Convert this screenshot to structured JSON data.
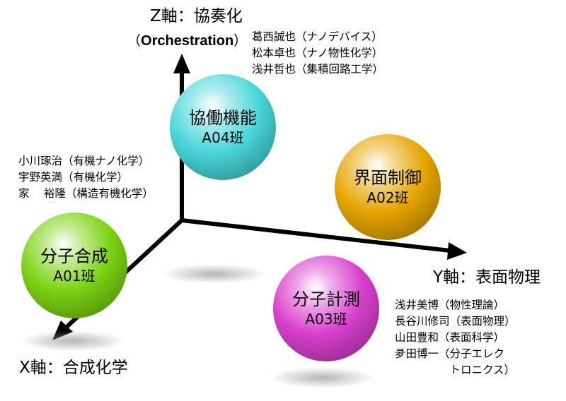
{
  "axes": {
    "z": {
      "label": "Z軸：協奏化",
      "sub_open": "（",
      "sub_bold": "Orchestration",
      "sub_close": "）"
    },
    "y": {
      "label": "Y軸：表面物理"
    },
    "x": {
      "label": "X軸：合成化学"
    }
  },
  "groups": {
    "a04": {
      "name": "協働機能",
      "code": "A04班",
      "color": "#48d6da",
      "members": [
        "葛西誠也（ナノデバイス）",
        "松本卓也（ナノ物性化学）",
        "浅井哲也（集積回路工学）"
      ]
    },
    "a02": {
      "name": "界面制御",
      "code": "A02班",
      "color": "#e6a500"
    },
    "a01": {
      "name": "分子合成",
      "code": "A01班",
      "color": "#7bd312",
      "members": [
        "小川琢治（有機ナノ化学）",
        "宇野英満（有機化学）",
        "家　 裕隆（構造有機化学）"
      ]
    },
    "a03": {
      "name": "分子計測",
      "code": "A03班",
      "color": "#d93fcd",
      "members": [
        "浅井美博（物性理論）",
        "長谷川修司（表面物理）",
        "山田豊和（表面科学）",
        "夛田博一（分子エレク",
        "　　　　　トロニクス）"
      ]
    }
  }
}
